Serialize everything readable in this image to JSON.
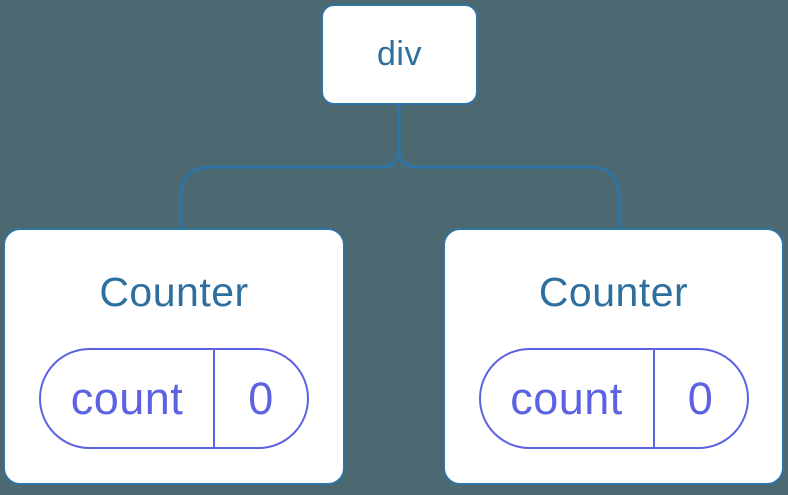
{
  "diagram": {
    "type": "component-tree",
    "colors": {
      "background": "#4c6972",
      "line_blue": "#2e74a4",
      "heading_blue": "#2d6f9e",
      "state_purple": "#5c62e2",
      "node_background": "#ffffff"
    },
    "root": {
      "label": "div"
    },
    "children": [
      {
        "title": "Counter",
        "state": {
          "key": "count",
          "value": "0"
        }
      },
      {
        "title": "Counter",
        "state": {
          "key": "count",
          "value": "0"
        }
      }
    ]
  }
}
